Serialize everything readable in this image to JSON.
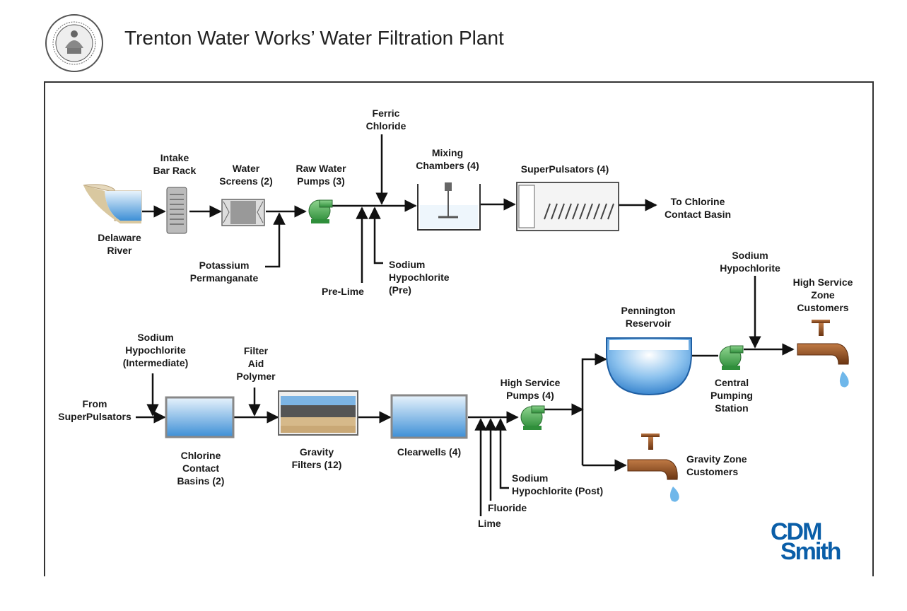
{
  "title": "Trenton Water Works’ Water Filtration Plant",
  "brand": {
    "line1": "CDM",
    "line2": "Smith",
    "color": "#0a5ea8"
  },
  "colors": {
    "water": "#5aa6e0",
    "pump": "#3fa34d",
    "faucet": "#8a4b1f",
    "line": "#111111"
  },
  "labels": {
    "intake": "Intake\nBar Rack",
    "screens": "Water\nScreens (2)",
    "raw_pumps": "Raw Water\nPumps (3)",
    "ferric": "Ferric\nChloride",
    "mixing": "Mixing\nChambers (4)",
    "superpulsators": "SuperPulsators (4)",
    "to_chlorine": "To Chlorine\nContact Basin",
    "delaware": "Delaware\nRiver",
    "potassium": "Potassium\nPermanganate",
    "prelime": "Pre-Lime",
    "sodium_pre": "Sodium\nHypochlorite\n(Pre)",
    "sodium_inter": "Sodium\nHypochlorite\n(Intermediate)",
    "filter_aid": "Filter\nAid\nPolymer",
    "from_super": "From\nSuperPulsators",
    "chlorine_basins": "Chlorine\nContact\nBasins (2)",
    "gravity_filters": "Gravity\nFilters (12)",
    "clearwells": "Clearwells (4)",
    "hs_pumps": "High Service\nPumps (4)",
    "sodium_post": "Sodium\nHypochlorite (Post)",
    "fluoride": "Fluoride",
    "lime": "Lime",
    "pennington": "Pennington\nReservoir",
    "central": "Central\nPumping\nStation",
    "sodium_hs": "Sodium\nHypochlorite",
    "hs_customers": "High Service\nZone\nCustomers",
    "gravity_customers": "Gravity Zone\nCustomers"
  }
}
